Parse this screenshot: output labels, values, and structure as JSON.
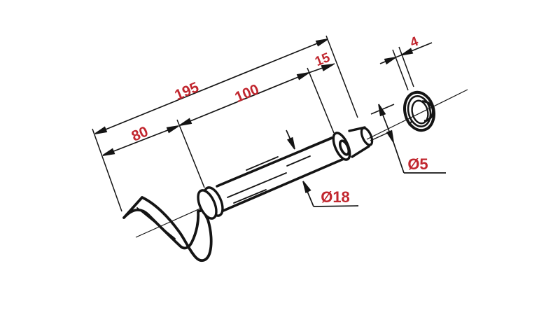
{
  "diagram": {
    "kind": "technical-drawing",
    "subject": "hitch pin with handle and ring clip",
    "colors": {
      "line": "#141414",
      "dimension_text": "#c1262e",
      "background": "#ffffff"
    },
    "dimensions": {
      "overall_length": {
        "label": "195"
      },
      "body_length": {
        "label": "100"
      },
      "tip_length": {
        "label": "15"
      },
      "handle_offset": {
        "label": "80"
      },
      "ring_wire": {
        "label": "4"
      },
      "hole_diameter": {
        "label": "Ø5"
      },
      "shaft_diameter": {
        "label": "Ø18"
      }
    }
  }
}
